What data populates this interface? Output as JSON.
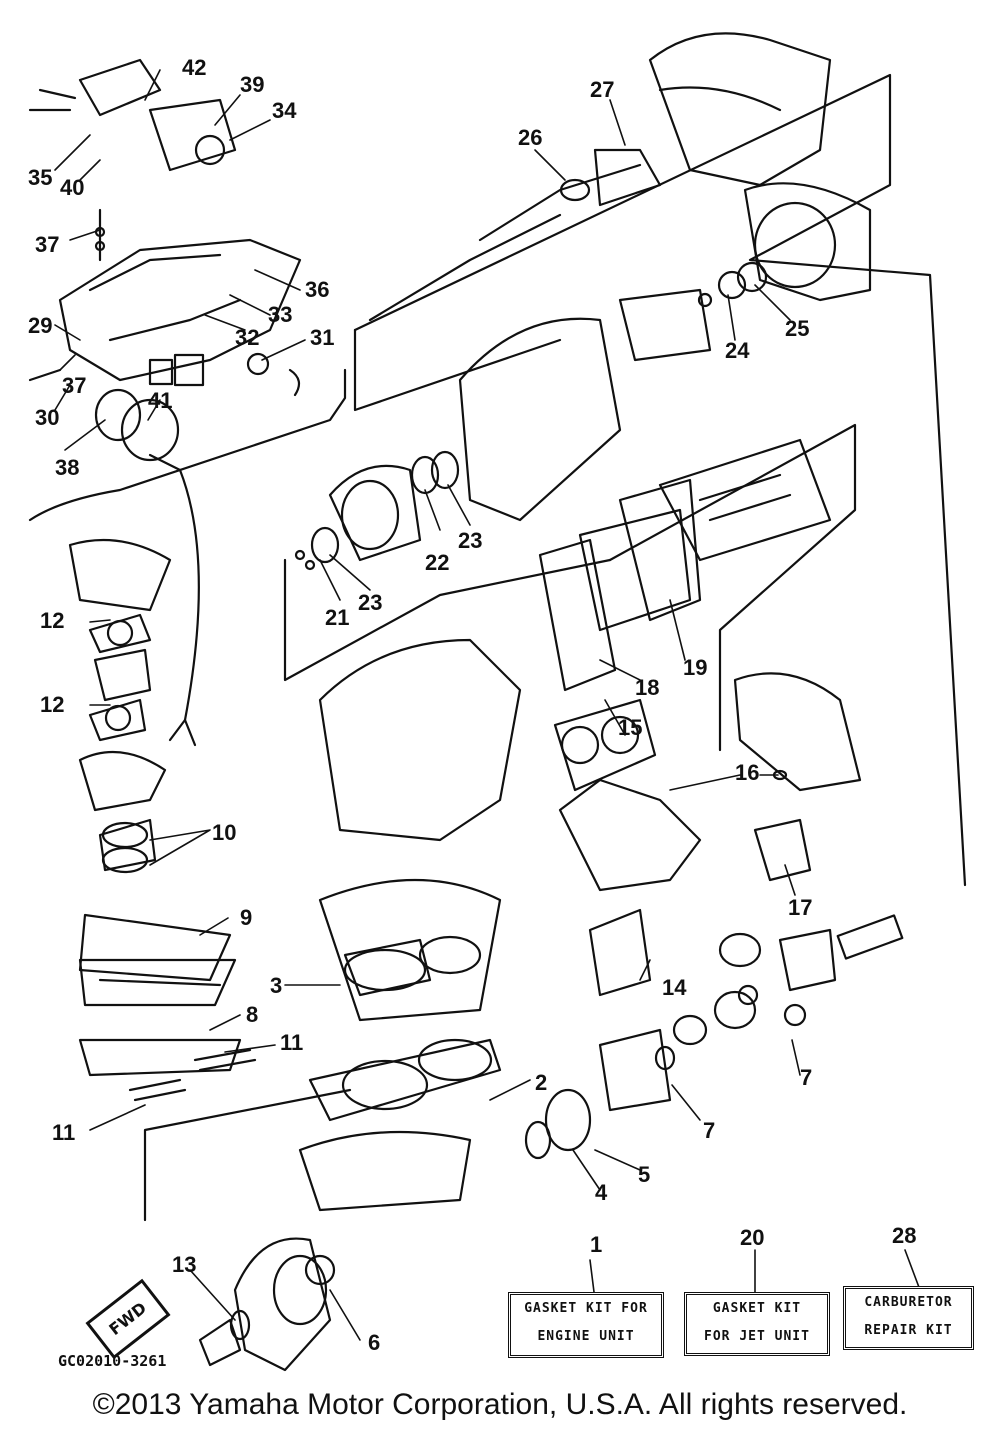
{
  "diagram": {
    "callouts": [
      "1",
      "2",
      "3",
      "4",
      "5",
      "6",
      "7",
      "7",
      "8",
      "9",
      "10",
      "11",
      "11",
      "12",
      "12",
      "13",
      "14",
      "15",
      "16",
      "17",
      "18",
      "19",
      "20",
      "21",
      "22",
      "23",
      "23",
      "24",
      "25",
      "26",
      "27",
      "28",
      "29",
      "30",
      "31",
      "32",
      "33",
      "34",
      "35",
      "36",
      "37",
      "37",
      "38",
      "39",
      "40",
      "41",
      "42"
    ],
    "kits": {
      "engine": [
        "GASKET KIT FOR",
        "ENGINE UNIT"
      ],
      "jet": [
        "GASKET KIT",
        "FOR JET UNIT"
      ],
      "carb": [
        "CARBURETOR",
        "REPAIR KIT"
      ]
    },
    "fwd_label": "FWD",
    "ref_code": "GC02010-3261",
    "copyright": "©2013 Yamaha Motor Corporation, U.S.A. All rights reserved."
  }
}
